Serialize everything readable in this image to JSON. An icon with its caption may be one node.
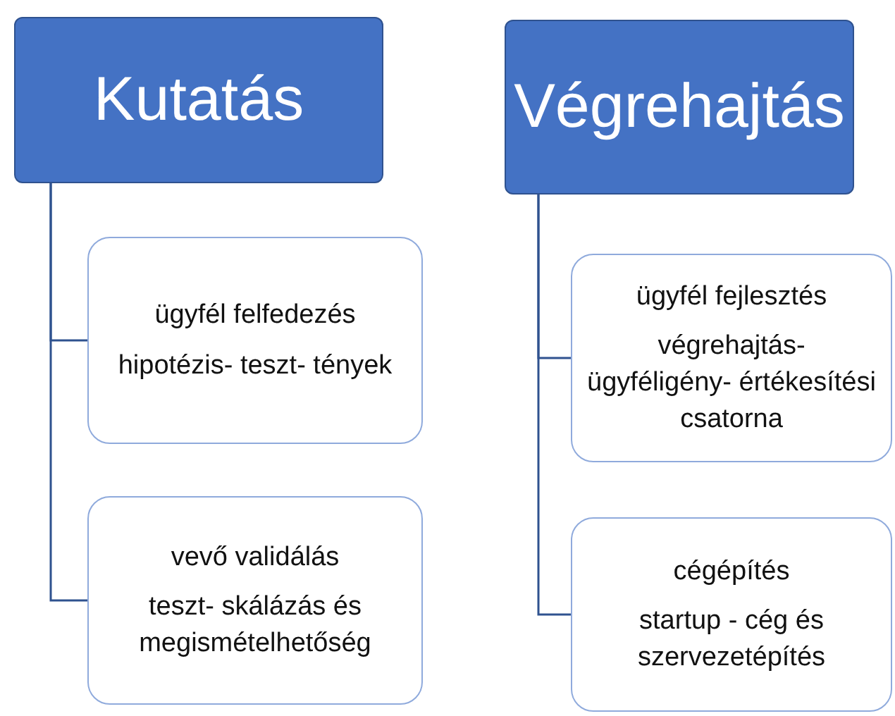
{
  "diagram": {
    "nodes": [
      {
        "text": [
          "Kutatás"
        ]
      },
      {
        "text": [
          "ügyfél felfedezés",
          "hipotézis- teszt- tények"
        ]
      },
      {
        "text": [
          "vevő validálás",
          "teszt- skálázás és megismételhetőség"
        ]
      },
      {
        "text": [
          "Végrehajtás"
        ]
      },
      {
        "text": [
          "ügyfél fejlesztés",
          "végrehajtás- ügyféligény- értékesítési csatorna"
        ]
      },
      {
        "text": [
          "cégépítés",
          "startup - cég és szervezetépítés"
        ]
      }
    ],
    "edges": [
      {
        "from": 0,
        "to": 1,
        "arrow": "none"
      },
      {
        "from": 0,
        "to": 2,
        "arrow": "none"
      },
      {
        "from": 3,
        "to": 4,
        "arrow": "none"
      },
      {
        "from": 3,
        "to": 5,
        "arrow": "none"
      }
    ]
  }
}
